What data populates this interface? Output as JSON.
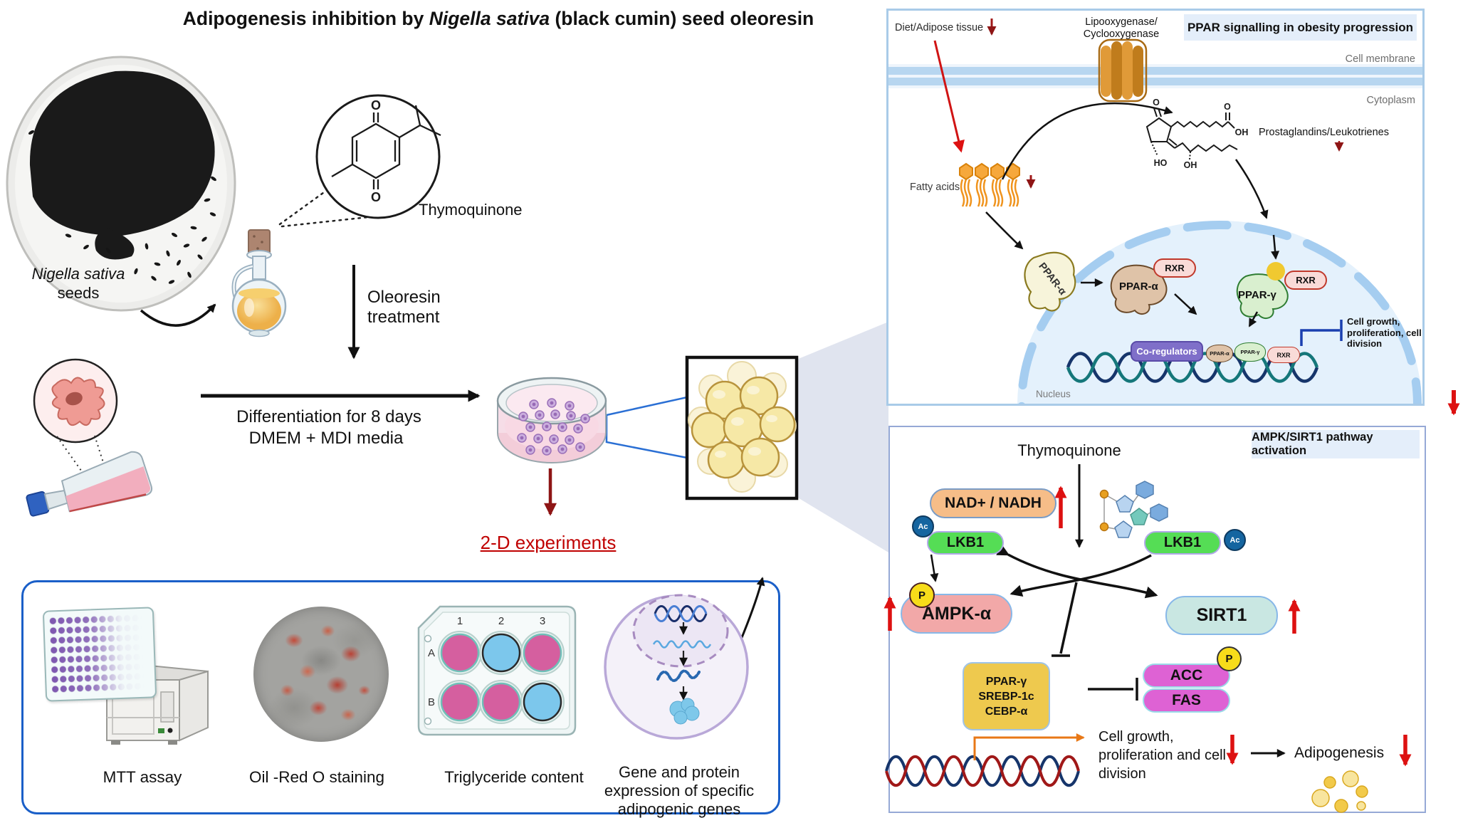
{
  "page_title": {
    "prefix": "Adipogenesis inhibition by ",
    "species": "Nigella sativa",
    "suffix": " (black cumin) seed oleoresin"
  },
  "workflow": {
    "seeds_species": "Nigella sativa",
    "seeds_word": "seeds",
    "thymoquinone_label": "Thymoquinone",
    "thymoquinone_atoms": {
      "top_o": "O",
      "bottom_o": "O"
    },
    "oleoresin_lines": [
      "Oleoresin",
      "treatment"
    ],
    "differentiation_lines": [
      "Differentiation for 8 days",
      "DMEM + MDI media"
    ],
    "experiments_heading": "2-D experiments"
  },
  "experiments_box": {
    "mtt_label": "MTT assay",
    "oilred_label": "Oil -Red O staining",
    "triglyceride_label": "Triglyceride content",
    "plate_col_labels": [
      "1",
      "2",
      "3"
    ],
    "plate_row_labels": [
      "A",
      "B"
    ],
    "gene_label_lines": [
      "Gene and protein",
      "expression of specific",
      "adipogenic genes"
    ]
  },
  "ppar_panel": {
    "title": "PPAR signalling in obesity progression",
    "diet_label": "Diet/Adipose tissue",
    "enzyme_lines": [
      "Lipooxygenase/",
      "Cyclooxygenase"
    ],
    "cell_membrane": "Cell membrane",
    "cytoplasm": "Cytoplasm",
    "fatty_acids": "Fatty acids",
    "prostaglandins": "Prostaglandins/Leukotrienes",
    "prost_atoms": {
      "ketone_o": "O",
      "acid_o": "O",
      "acid_oh": "OH",
      "ring_ho": "HO",
      "chain_oh": "OH"
    },
    "ppar_alpha_free": "PPAR-α",
    "ppar_alpha": "PPAR-α",
    "rxr": "RXR",
    "ppar_gamma": "PPAR-γ",
    "coregulators": "Co-regulators",
    "cell_growth_lines": [
      "Cell growth,",
      "proliferation, cell",
      "division"
    ],
    "nucleus": "Nucleus"
  },
  "ampk_panel": {
    "title": "AMPK/SIRT1 pathway activation",
    "thymoquinone": "Thymoquinone",
    "nad": "NAD+ / NADH",
    "lkb1": "LKB1",
    "ac": "Ac",
    "p": "P",
    "ampk": "AMPK-α",
    "sirt1": "SIRT1",
    "gene_box_lines": [
      "PPAR-γ",
      "SREBP-1c",
      "CEBP-α"
    ],
    "acc": "ACC",
    "fas": "FAS",
    "cell_growth_lines": [
      "Cell growth,",
      "proliferation and cell",
      "division"
    ],
    "adipogenesis": "Adipogenesis"
  },
  "colors": {
    "panel_border_top": "#a9cbe8",
    "panel_border_bottom": "#96a9d6",
    "experiments_box_border": "#1a5fc8",
    "red_heading": "#c00000",
    "red_arrow": "#dd1111",
    "dark_red_arrow": "#8e1515",
    "orange_arrow": "#e87817",
    "inhibition_blue": "#1a3fb0",
    "nad_fill": "#f6bd88",
    "lkb1_fill": "#55dd55",
    "ampk_fill": "#f2a8a8",
    "sirt1_fill": "#c9e7e2",
    "acc_fas_fill": "#de62d4",
    "gene_box_fill": "#eec94e",
    "p_fill": "#f7dc1a",
    "ac_fill": "#1565a0",
    "rxr_fill": "#f9dbd8",
    "coregulator_fill": "#7f6fc9"
  }
}
